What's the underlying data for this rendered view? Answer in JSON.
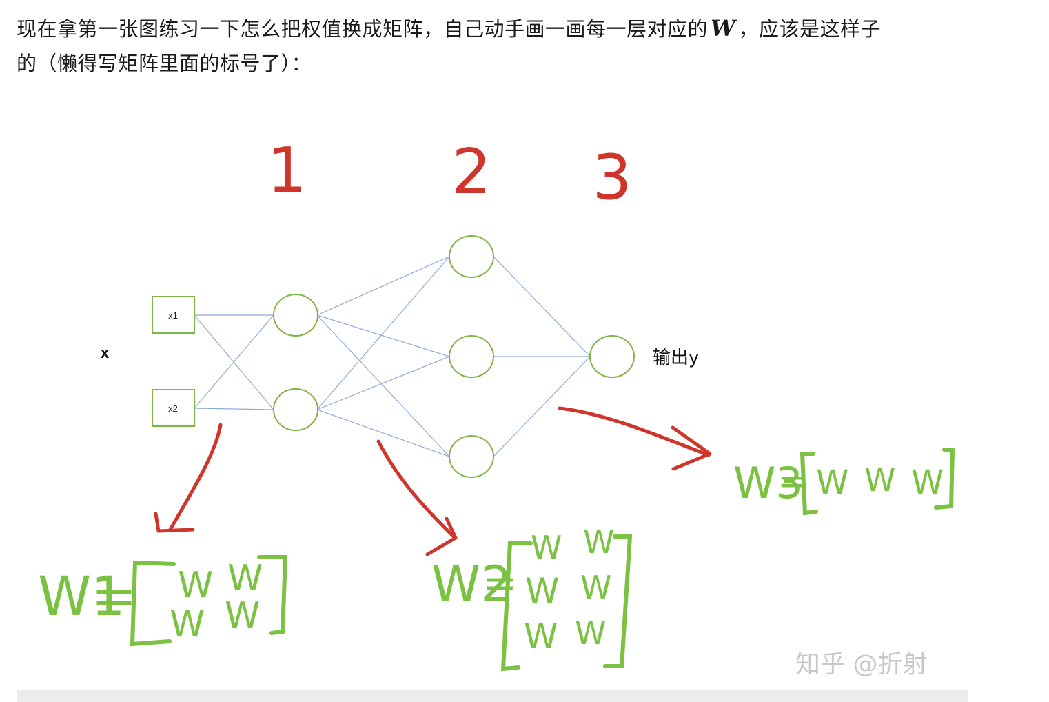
{
  "article": {
    "line1_a": "现在拿第一张图练习一下怎么把权值换成矩阵，自己动手画一画每一层对应的",
    "math_symbol": "W",
    "line1_b": "，应该是这样子",
    "line2": "的（懒得写矩阵里面的标号了）："
  },
  "diagram": {
    "layer_numbers": [
      "1",
      "2",
      "3"
    ],
    "input_group_label": "x",
    "inputs": [
      "x1",
      "x2"
    ],
    "output_label": "输出y",
    "matrices": {
      "w1": {
        "name": "W1",
        "equals": "=",
        "rows": [
          [
            "W",
            "W"
          ],
          [
            "W",
            "W"
          ]
        ]
      },
      "w2": {
        "name": "W2",
        "equals": "=",
        "rows": [
          [
            "W",
            "W"
          ],
          [
            "W",
            "W"
          ],
          [
            "W",
            "W"
          ]
        ]
      },
      "w3": {
        "name": "W3",
        "equals": "=",
        "rows": [
          [
            "W",
            "W",
            "W"
          ]
        ]
      }
    },
    "colors": {
      "node_stroke": "#7fb446",
      "edge": "#8fa9d8",
      "handwriting_red": "#d0352b",
      "handwriting_green": "#7cc242",
      "watermark": "#c8c8c8"
    }
  },
  "watermark": "知乎 @折射"
}
